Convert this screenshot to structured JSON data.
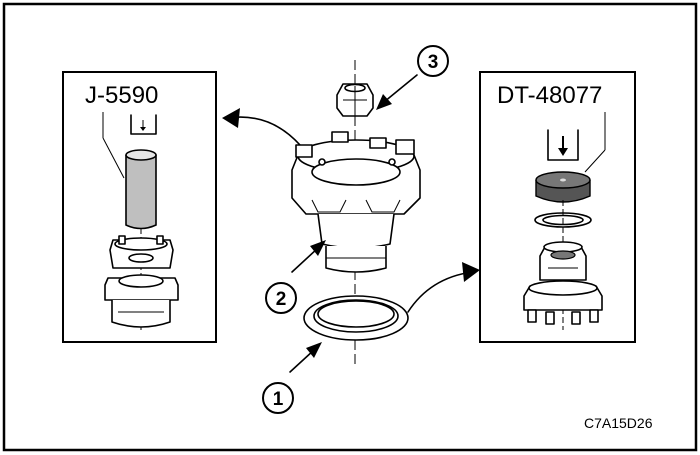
{
  "diagram": {
    "left_panel": {
      "tool_label": "J-5590"
    },
    "right_panel": {
      "tool_label": "DT-48077"
    },
    "callouts": [
      {
        "number": "1"
      },
      {
        "number": "2"
      },
      {
        "number": "3"
      }
    ],
    "figure_code": "C7A15D26"
  }
}
